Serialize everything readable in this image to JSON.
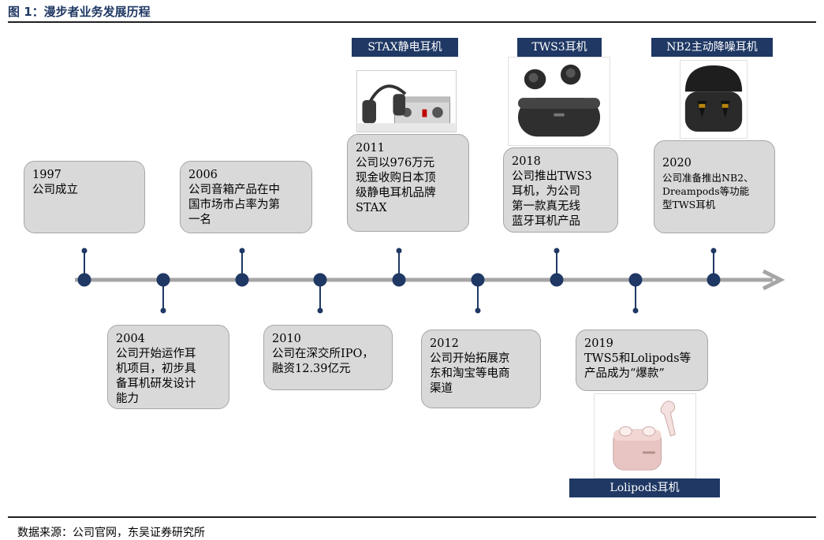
{
  "figure_title": "图 1：漫步者业务发展历程",
  "source_note": "数据来源：公司官网，东吴证券研究所",
  "colors": {
    "navy": "#1f3864",
    "axis": "#a6a6a6",
    "card": "#d9d9d9"
  },
  "events": [
    {
      "year": "1997",
      "text": "公司成立"
    },
    {
      "year": "2004",
      "text": "公司开始运作耳\n机项目，初步具\n备耳机研发设计\n能力"
    },
    {
      "year": "2006",
      "text": "公司音箱产品在中\n国市场市占率为第\n一名"
    },
    {
      "year": "2010",
      "text": "公司在深交所IPO，\n融资12.39亿元"
    },
    {
      "year": "2011",
      "text": "公司以976万元\n现金收购日本顶\n级静电耳机品牌\nSTAX"
    },
    {
      "year": "2012",
      "text": "公司开始拓展京\n东和淘宝等电商\n渠道"
    },
    {
      "year": "2018",
      "text": "公司推出TWS3\n耳机，为公司\n第一款真无线\n蓝牙耳机产品"
    },
    {
      "year": "2019",
      "text": "TWS5和Lolipods等\n产品成为“爆款”"
    },
    {
      "year": "2020",
      "text": "公司准备推出NB2、\nDreampods等功能\n型TWS耳机"
    }
  ],
  "product_tags": {
    "stax": "STAX静电耳机",
    "tws3": "TWS3耳机",
    "nb2": "NB2主动降噪耳机",
    "lolipods": "Lolipods耳机"
  }
}
